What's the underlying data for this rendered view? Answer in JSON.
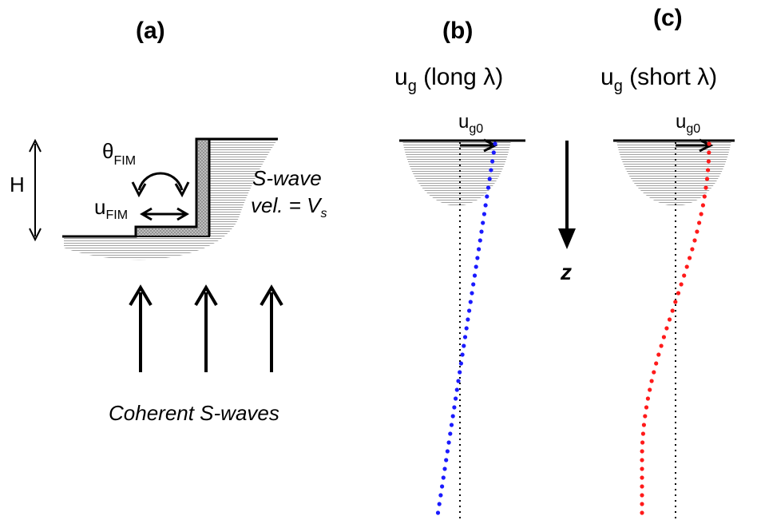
{
  "panels": {
    "a": {
      "label": "(a)",
      "height_symbol": "H",
      "theta": {
        "main": "θ",
        "sub": "FIM"
      },
      "u": {
        "main": "u",
        "sub": "FIM"
      },
      "swave_line1": "S-wave",
      "swave_line2": "vel. = V",
      "swave_sub": "s",
      "caption": "Coherent S-waves"
    },
    "b": {
      "label": "(b)",
      "title": {
        "main": "u",
        "sub": "g",
        "rest": " (long λ)"
      },
      "surface_label": {
        "main": "u",
        "sub": "g0"
      },
      "curve_color": "#1a1aff"
    },
    "c": {
      "label": "(c)",
      "title": {
        "main": "u",
        "sub": "g",
        "rest": " (short λ)"
      },
      "surface_label": {
        "main": "u",
        "sub": "g0"
      },
      "curve_color": "#ff1a1a"
    }
  },
  "depth_axis": {
    "label": "z"
  },
  "colors": {
    "soil_fill": "#e6e6e6",
    "stroke": "#000000"
  }
}
